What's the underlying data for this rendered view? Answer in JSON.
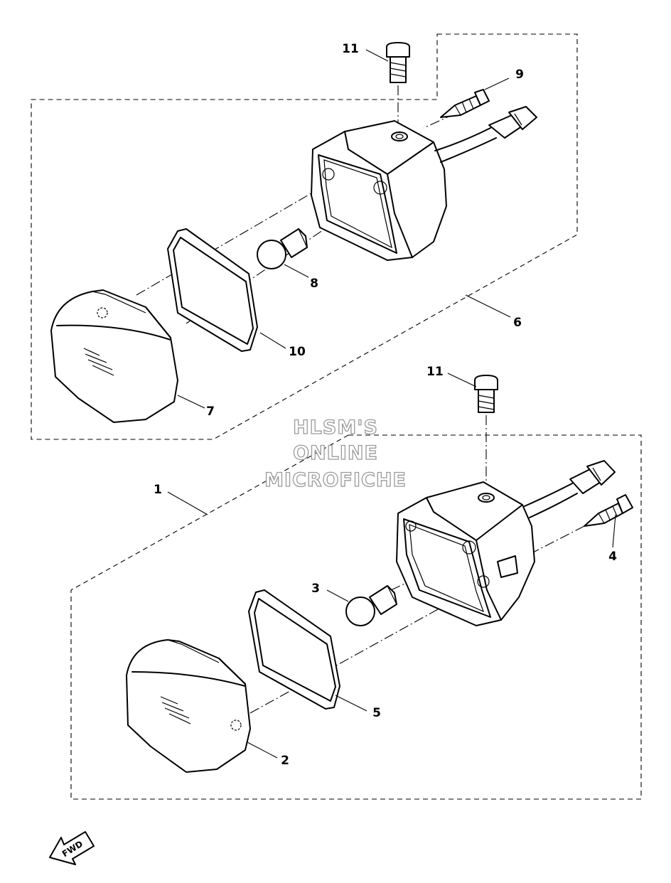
{
  "watermark": {
    "line1": "HLSM'S",
    "line2": "ONLINE",
    "line3": "MICROFICHE"
  },
  "direction_badge": {
    "label": "FWD"
  },
  "callouts": {
    "c1": "1",
    "c2": "2",
    "c3": "3",
    "c4": "4",
    "c5": "5",
    "c6": "6",
    "c7": "7",
    "c8": "8",
    "c9": "9",
    "c10": "10",
    "c11_top": "11",
    "c11_bottom": "11"
  }
}
